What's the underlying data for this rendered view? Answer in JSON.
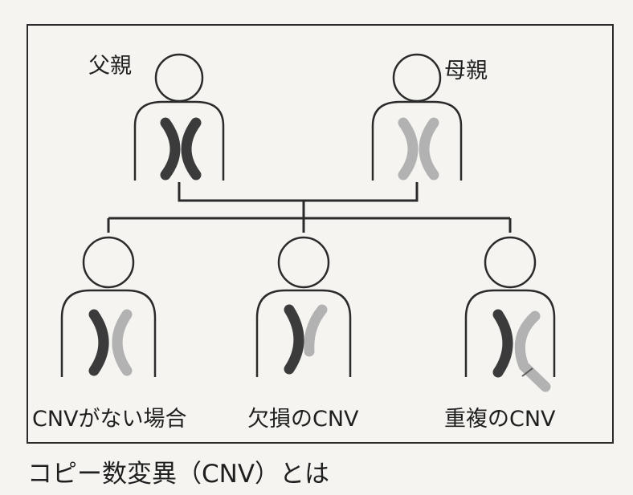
{
  "labels": {
    "father": "父親",
    "mother": "母親"
  },
  "children": [
    {
      "label": "CNVがない場合",
      "variant": "normal"
    },
    {
      "label": "欠損のCNV",
      "variant": "deletion"
    },
    {
      "label": "重複のCNV",
      "variant": "duplication"
    }
  ],
  "caption": "コピー数変異（CNV）とは",
  "colors": {
    "paternal": "#3b3b3b",
    "maternal": "#b2b2b2",
    "line": "#2b2b2b",
    "background": "#f5f4f1"
  }
}
